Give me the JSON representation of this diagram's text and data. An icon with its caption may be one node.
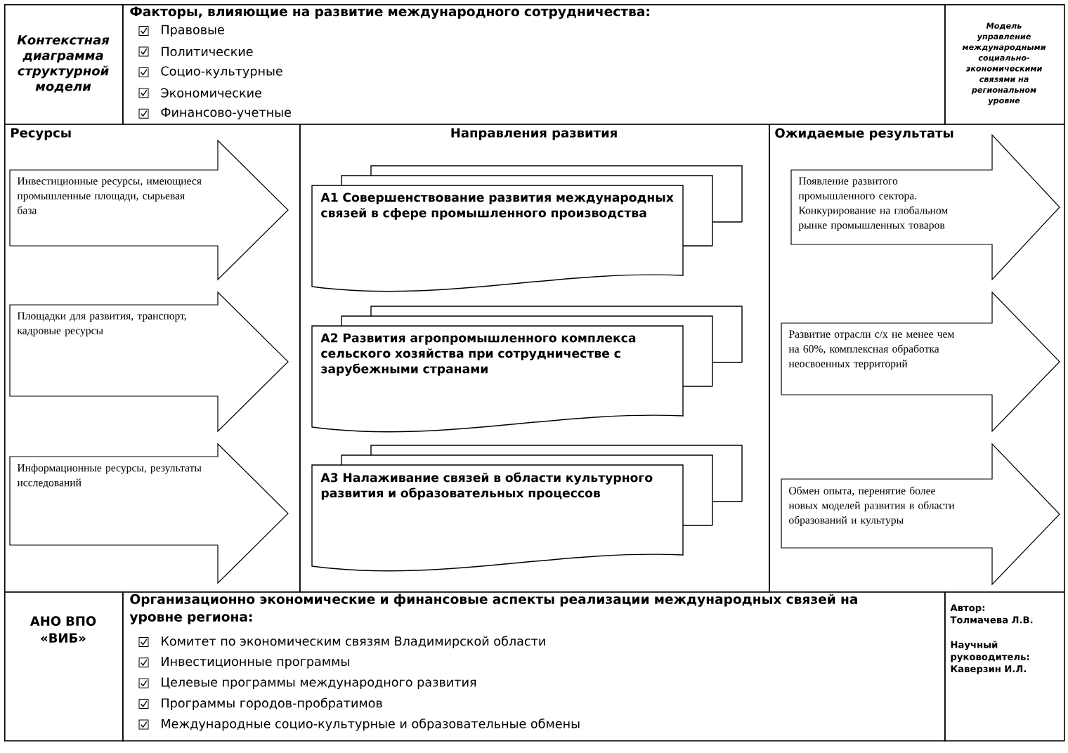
{
  "diagram": {
    "nodes": [
      {
        "text": [
          "Контекстная диаграмма структурной модели"
        ]
      },
      {
        "text": [
          "Факторы, влияющие на развитие международного сотрудничества:",
          "Правовые",
          "Политические",
          "Социо-культурные",
          "Экономические",
          "Финансово-учетные"
        ]
      },
      {
        "text": [
          "Модель управление международными социально-экономическими связями на региональном уровне"
        ]
      },
      {
        "text": [
          "Ресурсы"
        ]
      },
      {
        "text": [
          "Инвестиционные ресурсы, имеющиеся промышленные площади, сырьевая база"
        ],
        "in": 3
      },
      {
        "text": [
          "Площадки для развития, транспорт, кадровые ресурсы"
        ],
        "in": 3
      },
      {
        "text": [
          "Информационные ресурсы, результаты исследований"
        ],
        "in": 3
      },
      {
        "text": [
          "Направления развития"
        ]
      },
      {
        "text": [
          "А1 Совершенствование развития международных связей в сфере промышленного производства"
        ],
        "in": 7
      },
      {
        "text": [
          "А2 Развития агропромышленного комплекса сельского хозяйства при сотрудничестве с зарубежными странами"
        ],
        "in": 7
      },
      {
        "text": [
          "А3 Налаживание связей в области культурного развития и образовательных процессов"
        ],
        "in": 7
      },
      {
        "text": [
          "Ожидаемые результаты"
        ]
      },
      {
        "text": [
          "Появление развитого промышленного сектора. Конкурирование на глобальном рынке промышленных товаров"
        ],
        "in": 11
      },
      {
        "text": [
          "Развитие отрасли с/х не менее чем на 60%, комплексная обработка неосвоенных территорий"
        ],
        "in": 11
      },
      {
        "text": [
          "Обмен опыта, перенятие более новых моделей развития в области образований и культуры"
        ],
        "in": 11
      },
      {
        "text": [
          "АНО ВПО «ВИБ»"
        ]
      },
      {
        "text": [
          "Организационно экономические и финансовые аспекты реализации международных связей на уровне региона:",
          "Комитет по экономическим связям Владимирской области",
          "Инвестиционные программы",
          "Целевые программы международного развития",
          "Программы городов-пробратимов",
          "Международные социо-культурные и образовательные обмены"
        ]
      },
      {
        "text": [
          "Автор: Толмачева Л.В.",
          "Научный руководитель: Каверзин И.Л."
        ]
      }
    ]
  }
}
